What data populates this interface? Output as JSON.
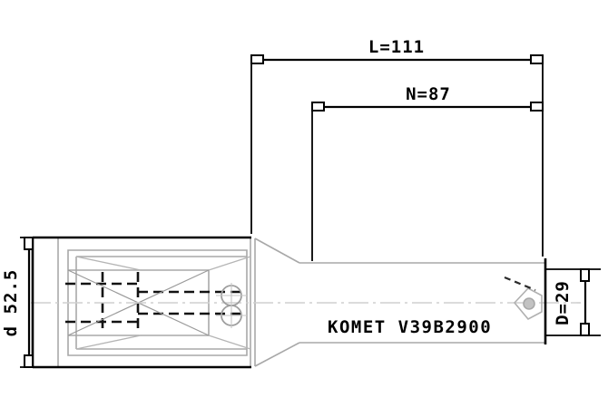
{
  "drawing": {
    "type": "technical-drawing",
    "subject": "indexable insert drill with shank",
    "background_color": "#ffffff",
    "line_color": "#000000",
    "hidden_line_color": "#1a1a1a",
    "body_outline_color": "#a8a8a8",
    "center_line_color": "#c8c8c8"
  },
  "dimensions": {
    "overall_length": {
      "label": "L=111",
      "name": "L",
      "value": "111",
      "orientation": "horizontal",
      "position": "top"
    },
    "usable_length": {
      "label": "N=87",
      "name": "N",
      "value": "87",
      "orientation": "horizontal",
      "position": "upper"
    },
    "shank_diameter": {
      "label": "d 52.5",
      "name": "d",
      "value": "52.5",
      "orientation": "vertical",
      "position": "left"
    },
    "cutting_diameter": {
      "label": "D=29",
      "name": "D",
      "value": "29",
      "orientation": "vertical",
      "position": "right"
    }
  },
  "markings": {
    "engraving": "KOMET V39B2900",
    "manufacturer": "KOMET",
    "part_number": "V39B2900"
  }
}
